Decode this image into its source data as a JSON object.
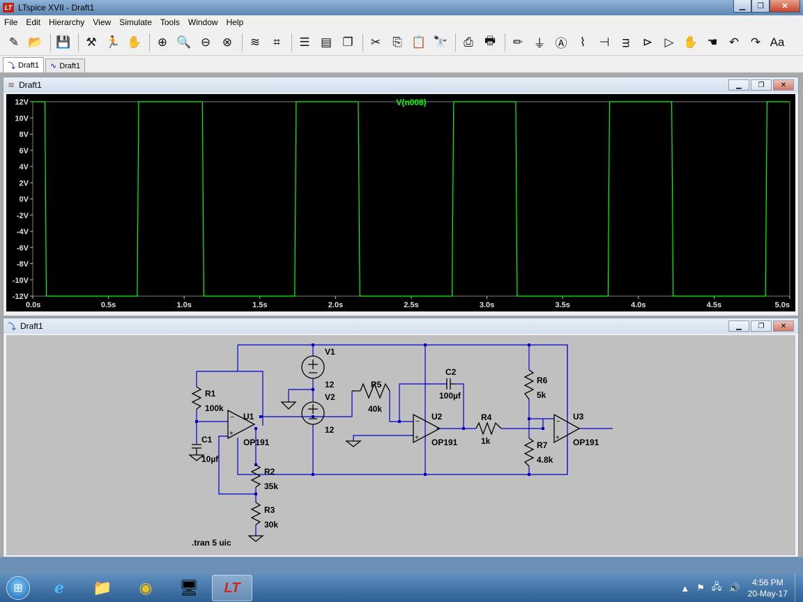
{
  "window": {
    "title": "LTspice XVII - Draft1",
    "icon": "ltspice-logo-icon",
    "logo_text": "LT"
  },
  "menu": [
    "File",
    "Edit",
    "Hierarchy",
    "View",
    "Simulate",
    "Tools",
    "Window",
    "Help"
  ],
  "toolbar": [
    {
      "name": "new-schematic-icon",
      "glyph": "✎"
    },
    {
      "name": "open-icon",
      "glyph": "📂"
    },
    {
      "sep": true
    },
    {
      "name": "save-icon",
      "glyph": "💾"
    },
    {
      "sep": true
    },
    {
      "name": "control-panel-icon",
      "glyph": "⚒"
    },
    {
      "name": "run-icon",
      "glyph": "🏃"
    },
    {
      "name": "halt-icon",
      "glyph": "✋"
    },
    {
      "sep": true
    },
    {
      "name": "zoom-in-icon",
      "glyph": "⊕"
    },
    {
      "name": "pan-icon",
      "glyph": "🔍"
    },
    {
      "name": "zoom-out-icon",
      "glyph": "⊖"
    },
    {
      "name": "zoom-fit-icon",
      "glyph": "⊗"
    },
    {
      "sep": true
    },
    {
      "name": "autorange-icon",
      "glyph": "≋"
    },
    {
      "name": "grid-icon",
      "glyph": "⌗"
    },
    {
      "sep": true
    },
    {
      "name": "tile-horizontal-icon",
      "glyph": "☰"
    },
    {
      "name": "tile-vertical-icon",
      "glyph": "▤"
    },
    {
      "name": "cascade-icon",
      "glyph": "❐"
    },
    {
      "sep": true
    },
    {
      "name": "cut-icon",
      "glyph": "✂"
    },
    {
      "name": "copy-icon",
      "glyph": "⎘"
    },
    {
      "name": "paste-icon",
      "glyph": "📋"
    },
    {
      "name": "find-icon",
      "glyph": "🔭"
    },
    {
      "sep": true
    },
    {
      "name": "print-preview-icon",
      "glyph": "⎙"
    },
    {
      "name": "print-icon",
      "glyph": "🖶"
    },
    {
      "sep": true
    },
    {
      "name": "wire-icon",
      "glyph": "✏"
    },
    {
      "name": "ground-icon",
      "glyph": "⏚"
    },
    {
      "name": "label-net-icon",
      "glyph": "Ⓐ"
    },
    {
      "name": "resistor-icon",
      "glyph": "⌇"
    },
    {
      "name": "capacitor-icon",
      "glyph": "⊣"
    },
    {
      "name": "inductor-icon",
      "glyph": "ᴟ"
    },
    {
      "name": "diode-icon",
      "glyph": "⊳"
    },
    {
      "name": "component-icon",
      "glyph": "▷"
    },
    {
      "name": "move-icon",
      "glyph": "✋"
    },
    {
      "name": "drag-icon",
      "glyph": "☚"
    },
    {
      "name": "undo-icon",
      "glyph": "↶"
    },
    {
      "name": "redo-icon",
      "glyph": "↷"
    },
    {
      "name": "text-icon",
      "glyph": "Aa"
    }
  ],
  "tabs": [
    {
      "label": "Draft1",
      "icon": "schematic-tab-icon",
      "glyph": "⤵",
      "active": true
    },
    {
      "label": "Draft1",
      "icon": "waveform-tab-icon",
      "glyph": "∿",
      "active": false
    }
  ],
  "wave_window": {
    "title": "Draft1",
    "icon": "waveform-window-icon"
  },
  "sch_window": {
    "title": "Draft1",
    "icon": "schematic-window-icon"
  },
  "chart_data": {
    "type": "line",
    "title": "V(n008)",
    "xlabel": "",
    "ylabel": "",
    "xlim": [
      0,
      5.0
    ],
    "ylim": [
      -12,
      12
    ],
    "xticks": [
      "0.0s",
      "0.5s",
      "1.0s",
      "1.5s",
      "2.0s",
      "2.5s",
      "3.0s",
      "3.5s",
      "4.0s",
      "4.5s",
      "5.0s"
    ],
    "yticks": [
      "12V",
      "10V",
      "8V",
      "6V",
      "4V",
      "2V",
      "0V",
      "-2V",
      "-4V",
      "-6V",
      "-8V",
      "-10V",
      "-12V"
    ],
    "line_color": "#00ff00",
    "series": [
      {
        "name": "V(n008)",
        "x": [
          0.0,
          0.08,
          0.09,
          0.69,
          0.7,
          1.12,
          1.13,
          1.73,
          1.74,
          2.15,
          2.16,
          2.77,
          2.78,
          3.19,
          3.2,
          3.8,
          3.81,
          4.22,
          4.23,
          4.84,
          4.85,
          5.0
        ],
        "y": [
          12,
          12,
          -12,
          -12,
          12,
          12,
          -12,
          -12,
          12,
          12,
          -12,
          -12,
          12,
          12,
          -12,
          -12,
          12,
          12,
          -12,
          -12,
          12,
          12
        ]
      }
    ]
  },
  "schematic": {
    "labels": [
      {
        "text": "V1",
        "name": "v1-label"
      },
      {
        "text": "12",
        "name": "v1-value"
      },
      {
        "text": "V2",
        "name": "v2-label"
      },
      {
        "text": "12",
        "name": "v2-value"
      },
      {
        "text": "R1",
        "name": "r1-label"
      },
      {
        "text": "100k",
        "name": "r1-value"
      },
      {
        "text": "C1",
        "name": "c1-label"
      },
      {
        "text": "10µf",
        "name": "c1-value"
      },
      {
        "text": "U1",
        "name": "u1-label"
      },
      {
        "text": "OP191",
        "name": "u1-value"
      },
      {
        "text": "R2",
        "name": "r2-label"
      },
      {
        "text": "35k",
        "name": "r2-value"
      },
      {
        "text": "R3",
        "name": "r3-label"
      },
      {
        "text": "30k",
        "name": "r3-value"
      },
      {
        "text": "R5",
        "name": "r5-label"
      },
      {
        "text": "40k",
        "name": "r5-value"
      },
      {
        "text": "C2",
        "name": "c2-label"
      },
      {
        "text": "100µf",
        "name": "c2-value"
      },
      {
        "text": "U2",
        "name": "u2-label"
      },
      {
        "text": "OP191",
        "name": "u2-value"
      },
      {
        "text": "R4",
        "name": "r4-label"
      },
      {
        "text": "1k",
        "name": "r4-value"
      },
      {
        "text": "R6",
        "name": "r6-label"
      },
      {
        "text": "5k",
        "name": "r6-value"
      },
      {
        "text": "R7",
        "name": "r7-label"
      },
      {
        "text": "4.8k",
        "name": "r7-value"
      },
      {
        "text": "U3",
        "name": "u3-label"
      },
      {
        "text": "OP191",
        "name": "u3-value"
      },
      {
        "text": ".tran 5 uic",
        "name": "spice-directive"
      }
    ]
  },
  "taskbar": {
    "items": [
      {
        "name": "ie-icon",
        "glyph": "e"
      },
      {
        "name": "explorer-icon",
        "glyph": "📁"
      },
      {
        "name": "chrome-icon",
        "glyph": "◉"
      },
      {
        "name": "remote-desktop-icon",
        "glyph": "🖥"
      },
      {
        "name": "ltspice-task-icon",
        "glyph": "LT",
        "active": true
      }
    ],
    "time": "4:56 PM",
    "date": "20-May-17"
  }
}
